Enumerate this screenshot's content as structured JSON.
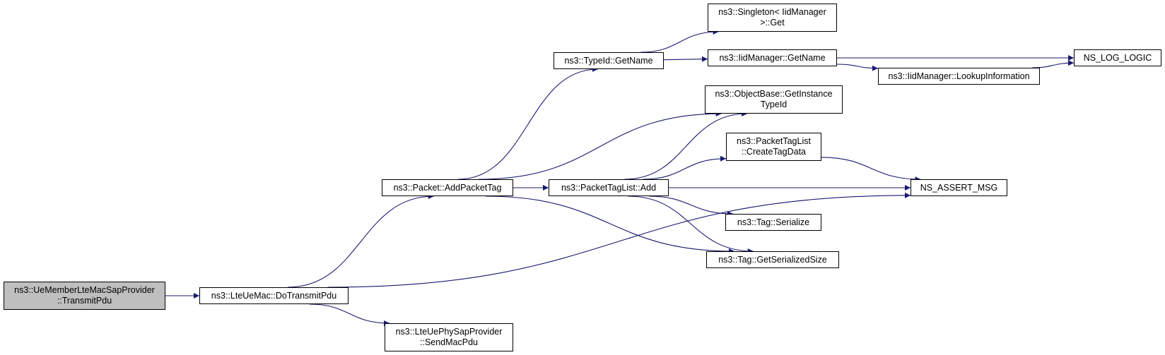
{
  "colors": {
    "edge": "#191970",
    "root_fill": "#bfbfbf",
    "node_fill": "#ffffff",
    "node_border": "#000000"
  },
  "nodes": {
    "transmit_pdu": {
      "line1": "ns3::UeMemberLteMacSapProvider",
      "line2": "::TransmitPdu"
    },
    "do_transmit_pdu": {
      "line1": "ns3::LteUeMac::DoTransmitPdu"
    },
    "add_packet_tag": {
      "line1": "ns3::Packet::AddPacketTag"
    },
    "send_mac_pdu": {
      "line1": "ns3::LteUePhySapProvider",
      "line2": "::SendMacPdu"
    },
    "typeid_get_name": {
      "line1": "ns3::TypeId::GetName"
    },
    "packet_tag_list_add": {
      "line1": "ns3::PacketTagList::Add"
    },
    "singleton_get": {
      "line1": "ns3::Singleton< IidManager",
      "line2": ">::Get"
    },
    "iid_get_name": {
      "line1": "ns3::IidManager::GetName"
    },
    "get_instance_typeid": {
      "line1": "ns3::ObjectBase::GetInstance",
      "line2": "TypeId"
    },
    "create_tag_data": {
      "line1": "ns3::PacketTagList",
      "line2": "::CreateTagData"
    },
    "tag_serialize": {
      "line1": "ns3::Tag::Serialize"
    },
    "tag_get_serialized_size": {
      "line1": "ns3::Tag::GetSerializedSize"
    },
    "lookup_information": {
      "line1": "ns3::IidManager::LookupInformation"
    },
    "ns_assert_msg": {
      "line1": "NS_ASSERT_MSG"
    },
    "ns_log_logic": {
      "line1": "NS_LOG_LOGIC"
    }
  },
  "edges": [
    [
      "transmit_pdu",
      "do_transmit_pdu"
    ],
    [
      "do_transmit_pdu",
      "add_packet_tag"
    ],
    [
      "do_transmit_pdu",
      "send_mac_pdu"
    ],
    [
      "do_transmit_pdu",
      "ns_assert_msg"
    ],
    [
      "add_packet_tag",
      "typeid_get_name"
    ],
    [
      "add_packet_tag",
      "get_instance_typeid"
    ],
    [
      "add_packet_tag",
      "packet_tag_list_add"
    ],
    [
      "add_packet_tag",
      "tag_get_serialized_size"
    ],
    [
      "typeid_get_name",
      "singleton_get"
    ],
    [
      "typeid_get_name",
      "iid_get_name"
    ],
    [
      "iid_get_name",
      "ns_log_logic"
    ],
    [
      "iid_get_name",
      "lookup_information"
    ],
    [
      "lookup_information",
      "ns_log_logic"
    ],
    [
      "packet_tag_list_add",
      "get_instance_typeid"
    ],
    [
      "packet_tag_list_add",
      "create_tag_data"
    ],
    [
      "packet_tag_list_add",
      "ns_assert_msg"
    ],
    [
      "packet_tag_list_add",
      "tag_serialize"
    ],
    [
      "packet_tag_list_add",
      "tag_get_serialized_size"
    ],
    [
      "create_tag_data",
      "ns_assert_msg"
    ]
  ]
}
